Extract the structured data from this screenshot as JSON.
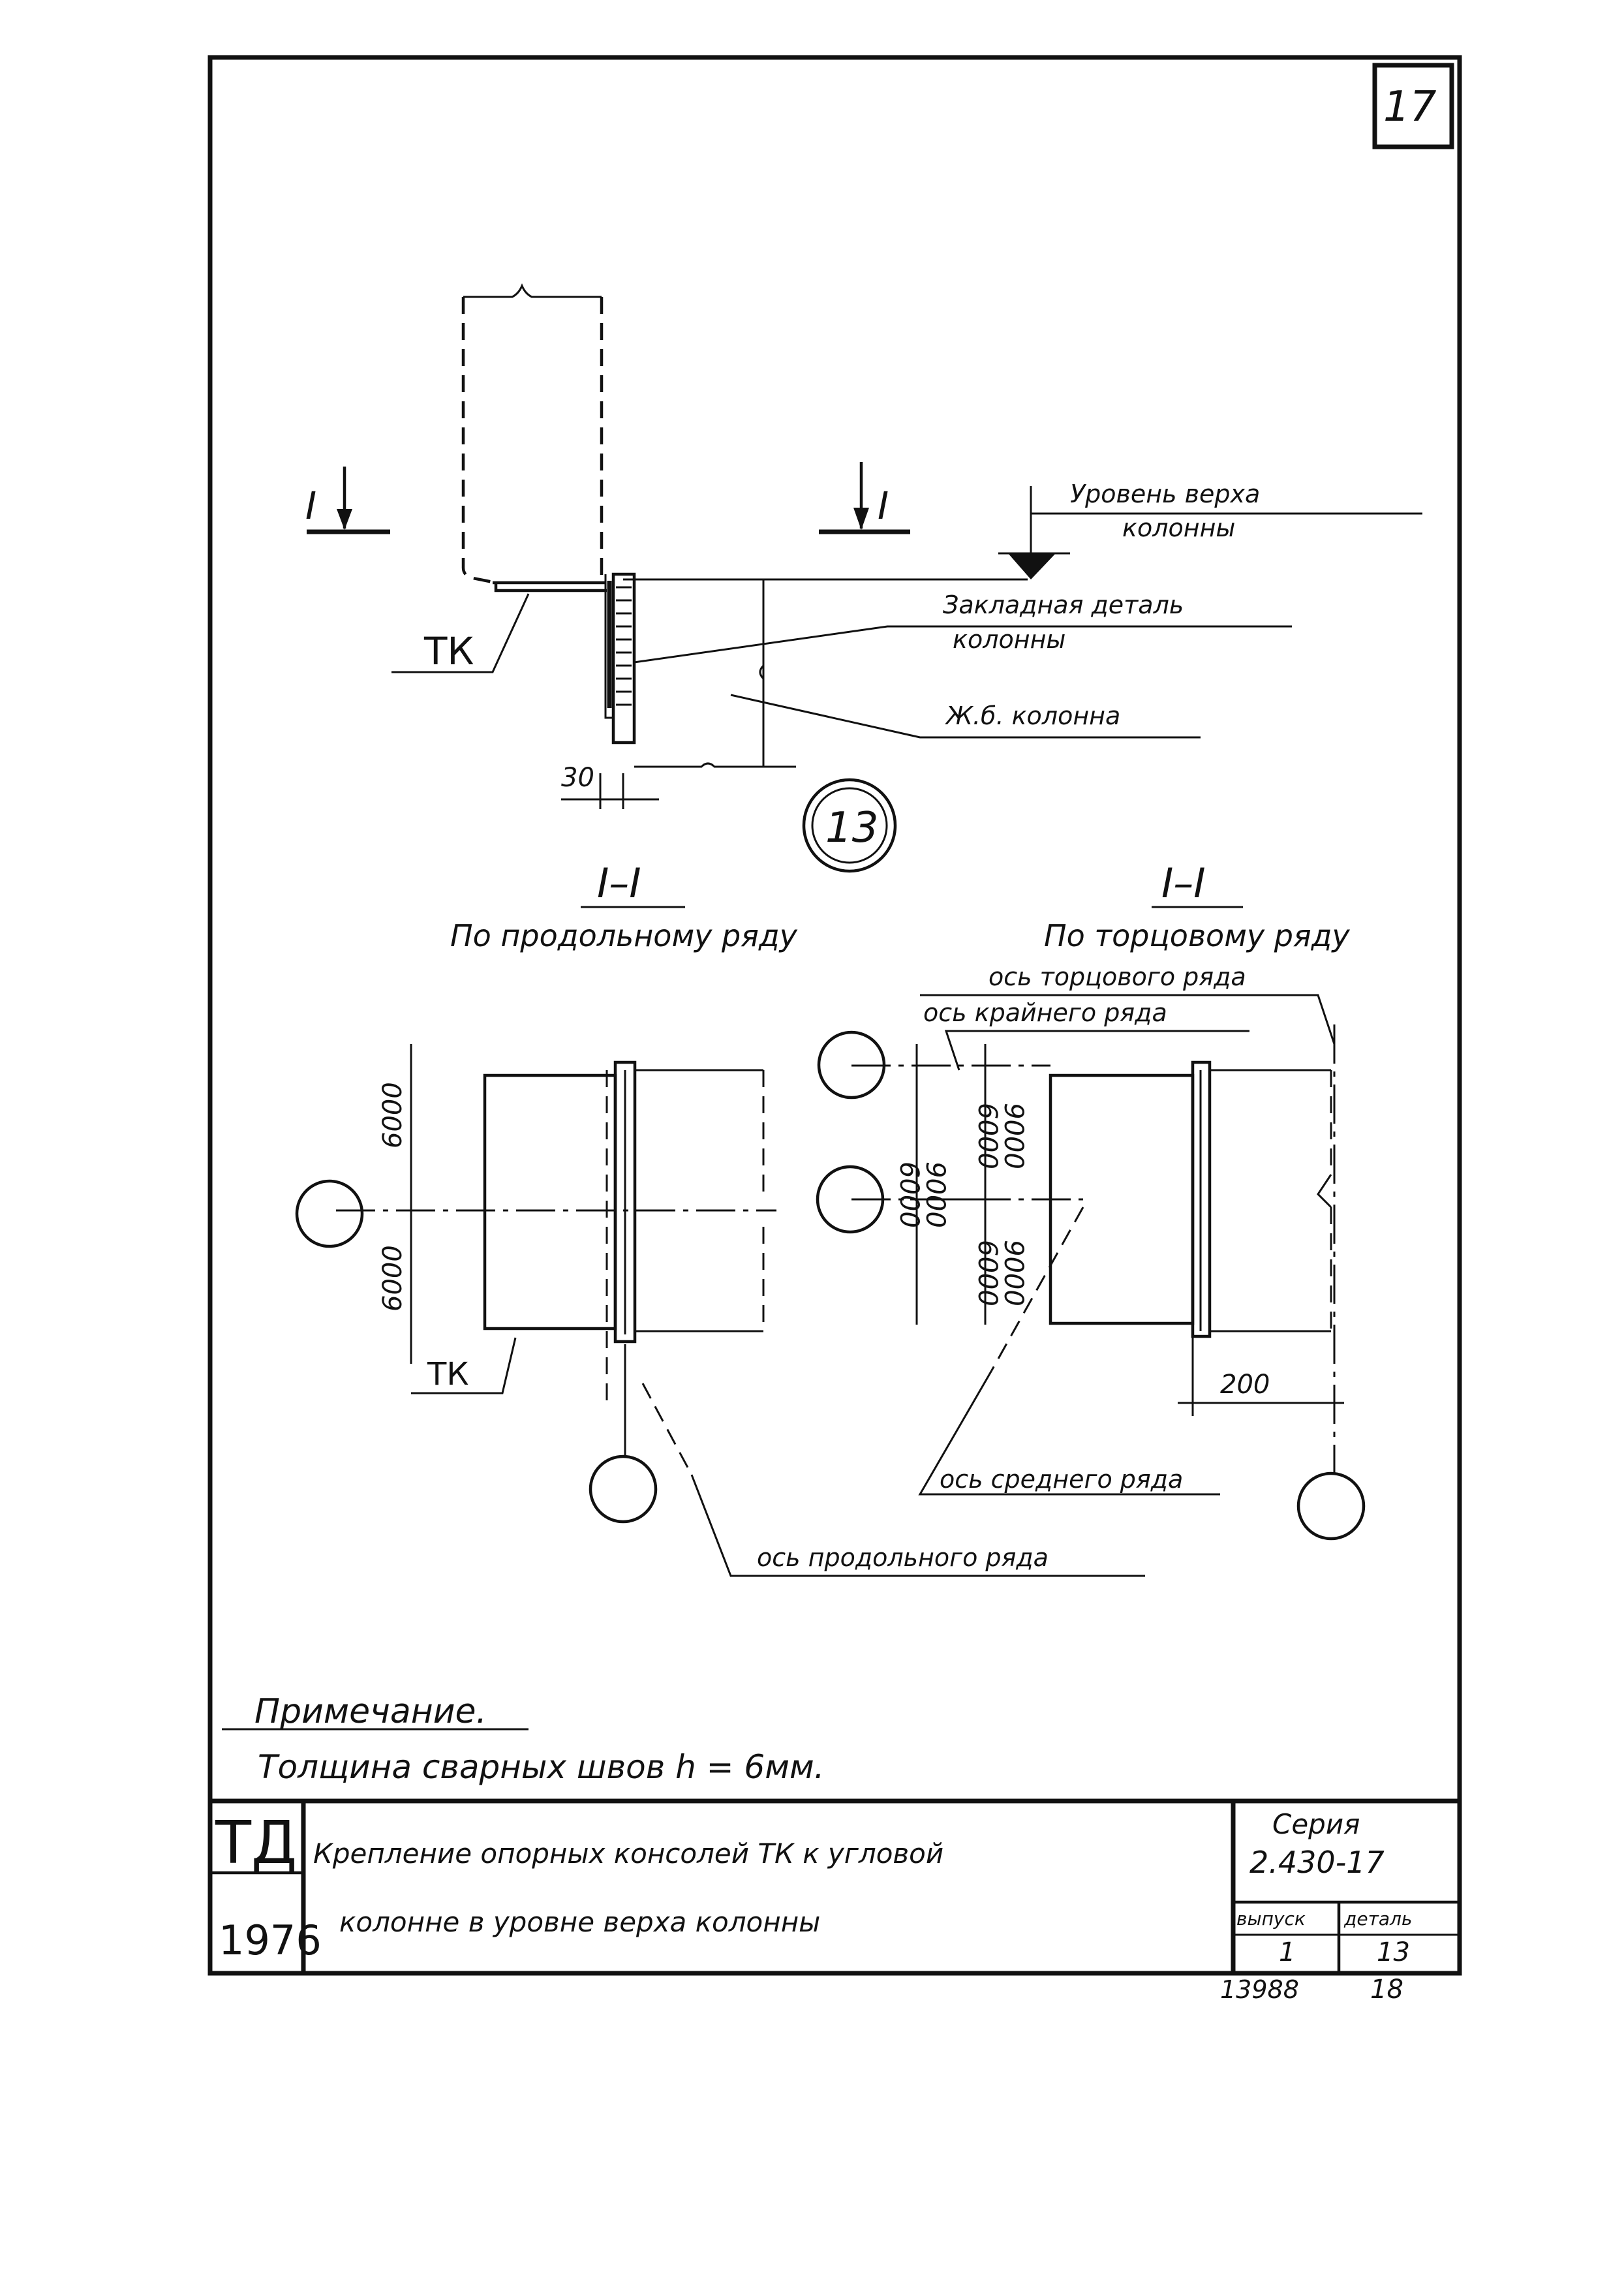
{
  "sheet": {
    "number": "17"
  },
  "labels": {
    "level_top": "Уровень верха",
    "level_top_2": "колонны",
    "embedded_part": "Закладная деталь",
    "embedded_part_2": "колонны",
    "rc_column": "Ж.б. колонна",
    "tk_top": "ТК",
    "tk_bottom": "ТК",
    "section_mark_left": "I",
    "section_mark_right": "I",
    "dim_30": "30",
    "detail_no": "13",
    "section_left_title": "I–I",
    "section_left_sub": "По продольному ряду",
    "section_right_title": "I–I",
    "section_right_sub": "По торцовому ряду",
    "axis_end_row": "ось торцового ряда",
    "axis_edge_row": "ось крайнего ряда",
    "axis_middle_row": "ось среднего ряда",
    "axis_long_row": "ось продольного ряда",
    "dim_200": "200"
  },
  "dims_left": [
    "6000",
    "6000"
  ],
  "dims_right": [
    "6000",
    "9000",
    "6000",
    "9000",
    "6000",
    "9000"
  ],
  "note": {
    "heading": "Примечание.",
    "text": "Толщина сварных швов h = 6мм."
  },
  "title_block": {
    "logo": "ТД",
    "year": "1976",
    "title_line1": "Крепление опорных консолей ТК к угловой",
    "title_line2": "колонне в уровне верха колонны",
    "series_label": "Серия",
    "series_value": "2.430-17",
    "issue_label": "выпуск",
    "issue_value": "1",
    "detail_label": "деталь",
    "detail_value": "13",
    "stamp_left": "13988",
    "stamp_right": "18"
  }
}
